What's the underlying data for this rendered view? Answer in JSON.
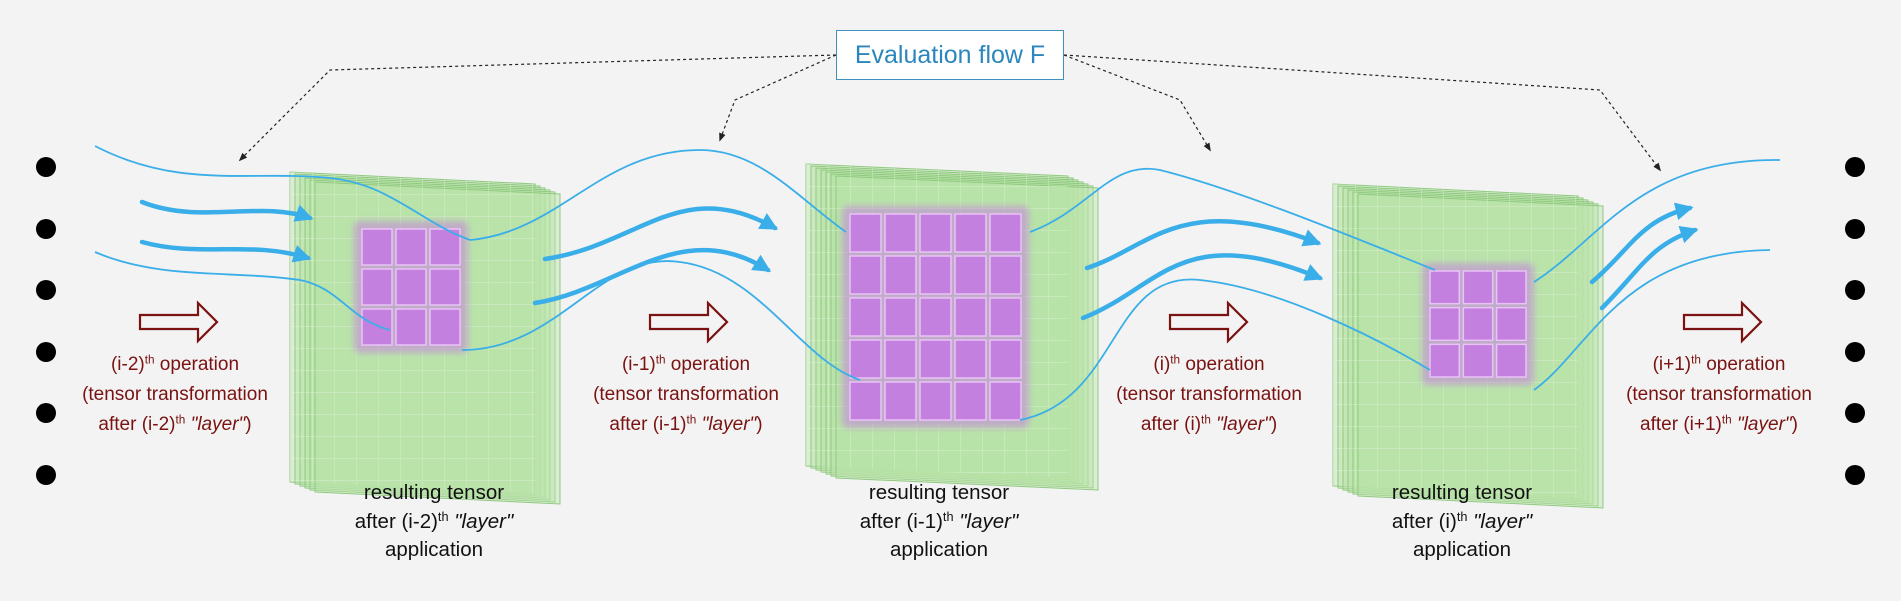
{
  "evaluation_flow": {
    "label": "Evaluation flow F"
  },
  "operations": [
    {
      "index": "(i-2)",
      "sup": "th",
      "text": " operation",
      "line2": "(tensor transformation",
      "line3_prefix": "after ",
      "line3_index": "(i-2)",
      "line3_sup": "th",
      "layer": "\"layer\"",
      "close": ")"
    },
    {
      "index": "(i-1)",
      "sup": "th",
      "text": " operation",
      "line2": "(tensor transformation",
      "line3_prefix": "after ",
      "line3_index": "(i-1)",
      "line3_sup": "th",
      "layer": "\"layer\"",
      "close": ")"
    },
    {
      "index": "(i)",
      "sup": "th",
      "text": " operation",
      "line2": "(tensor transformation",
      "line3_prefix": "after ",
      "line3_index": "(i)",
      "line3_sup": "th",
      "layer": "\"layer\"",
      "close": ")"
    },
    {
      "index": "(i+1)",
      "sup": "th",
      "text": " operation",
      "line2": "(tensor transformation",
      "line3_prefix": "after ",
      "line3_index": "(i+1)",
      "line3_sup": "th",
      "layer": "\"layer\"",
      "close": ")"
    }
  ],
  "tensors": [
    {
      "line1": "resulting tensor",
      "line2_prefix": "after ",
      "index": "(i-2)",
      "sup": "th",
      "layer": "\"layer\"",
      "line3": "application",
      "grid": 3
    },
    {
      "line1": "resulting tensor",
      "line2_prefix": "after ",
      "index": "(i-1)",
      "sup": "th",
      "layer": "\"layer\"",
      "line3": "application",
      "grid": 5
    },
    {
      "line1": "resulting tensor",
      "line2_prefix": "after ",
      "index": "(i)",
      "sup": "th",
      "layer": "\"layer\"",
      "line3": "application",
      "grid": 3
    }
  ],
  "ellipsis_dots": {
    "count_per_side": 6
  },
  "colors": {
    "flow_line": "#3aaee8",
    "op_arrow": "#7a1212",
    "op_text": "#7a1212",
    "title_text": "#2b86bd",
    "title_border": "#3f8fbf",
    "tensor_green": "#b7e3a8",
    "tensor_green_edge": "#8fc97f",
    "kernel_purple": "#c47de0",
    "dashed_arrow": "#222222"
  }
}
